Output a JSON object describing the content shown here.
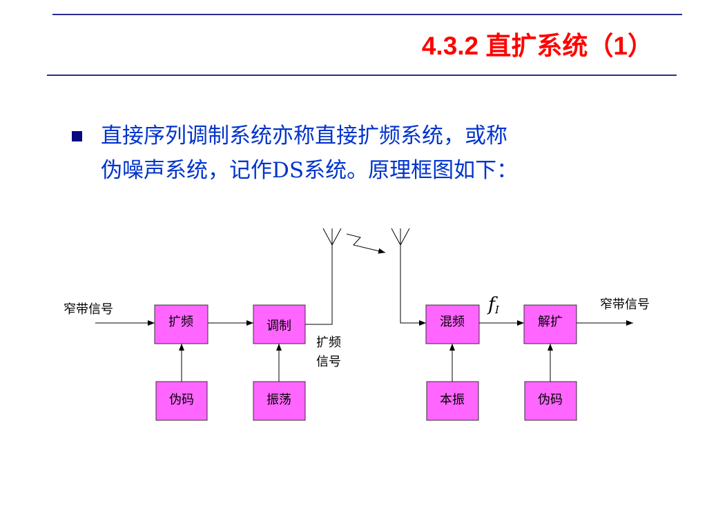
{
  "slide": {
    "title": "4.3.2 直扩系统（1）",
    "bullet_line1": "直接序列调制系统亦称直接扩频系统，或称",
    "bullet_line2": "伪噪声系统，记作DS系统。原理框图如下："
  },
  "diagram": {
    "input_label": "窄带信号",
    "output_label": "窄带信号",
    "spread_signal_line1": "扩频",
    "spread_signal_line2": "信号",
    "freq_label_f": "f",
    "freq_label_sub": "I",
    "boxes": {
      "spread": "扩频",
      "modulate": "调制",
      "pn_code_tx": "伪码",
      "oscillator": "振荡",
      "mixer": "混频",
      "despread": "解扩",
      "local_osc": "本振",
      "pn_code_rx": "伪码"
    }
  },
  "colors": {
    "title": "#ff0000",
    "bullet_text": "#0033cc",
    "box_fill": "#ff66ff",
    "rule": "#2b2b8f"
  }
}
